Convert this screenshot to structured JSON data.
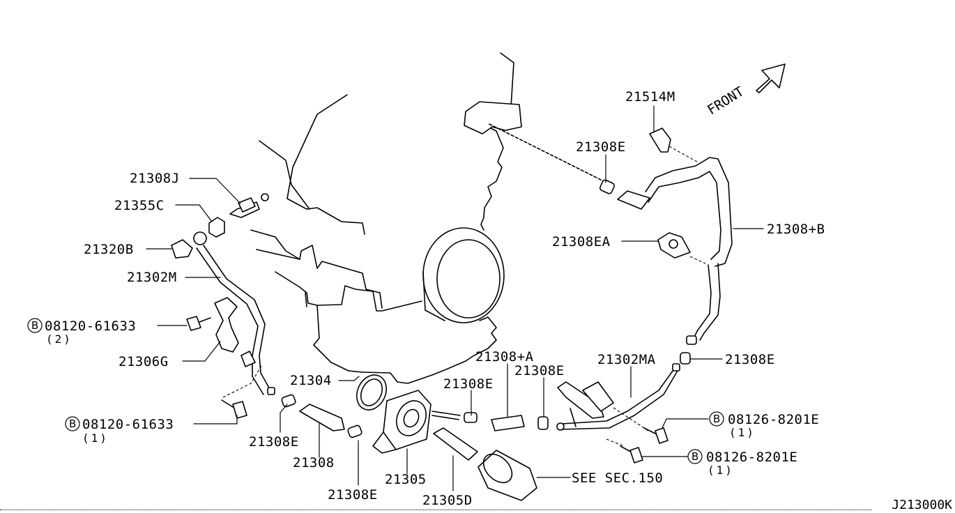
{
  "labels": {
    "p21514M": "21514M",
    "p21308E_top": "21308E",
    "p21308J": "21308J",
    "p21355C": "21355C",
    "p21320B": "21320B",
    "p21302M": "21302M",
    "p21308plusB": "21308+B",
    "p21308EA": "21308EA",
    "p21306G": "21306G",
    "p21304": "21304",
    "p21308plusA": "21308+A",
    "p21308E_mid1": "21308E",
    "p21308E_mid2": "21308E",
    "p21302MA": "21302MA",
    "p21308E_right": "21308E",
    "p21308E_left": "21308E",
    "p21308": "21308",
    "p21305": "21305",
    "p21308E_bottom": "21308E",
    "p21305D": "21305D",
    "see_sec": "SEE SEC.150",
    "front": "FRONT"
  },
  "bolts": [
    {
      "mark": "B",
      "part": "08120-61633",
      "qty": "(2)"
    },
    {
      "mark": "B",
      "part": "08120-61633",
      "qty": "(1)"
    },
    {
      "mark": "B",
      "part": "08126-8201E",
      "qty": "(1)"
    },
    {
      "mark": "B",
      "part": "08126-8201E",
      "qty": "(1)"
    }
  ],
  "figure_code": "J213000K"
}
